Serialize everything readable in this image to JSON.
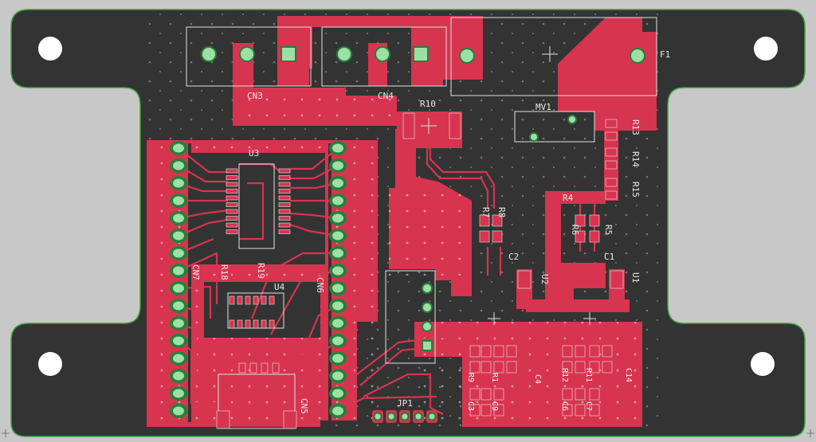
{
  "colors": {
    "background": "#c8c8c8",
    "board": "#333333",
    "board_edge": "#3aa13a",
    "copper": "#d7344f",
    "pad": "#9be0a5",
    "silkscreen": "#e8e8e8",
    "via": "#b0b0b0"
  },
  "labels": {
    "cn3": "CN3",
    "cn4": "CN4",
    "r10": "R10",
    "f1": "F1",
    "mv1": "MV1",
    "r13": "R13",
    "r14": "R14",
    "r15": "R15",
    "u3": "U3",
    "r4": "R4",
    "r7": "R7",
    "r8": "R8",
    "r6": "R6",
    "r5": "R5",
    "c2": "C2",
    "c1": "C1",
    "u2": "U2",
    "u1": "U1",
    "cn7": "CN7",
    "r18": "R18",
    "r19": "R19",
    "u4": "U4",
    "cn6": "CN6",
    "jp1": "JP1",
    "cn5": "CN5",
    "r9": "R9",
    "r1": "R1",
    "c4": "C4",
    "c3": "C3",
    "c9": "C9",
    "r12": "R12",
    "r11": "R11",
    "c14": "C14",
    "c6": "C6",
    "c7": "C7"
  }
}
